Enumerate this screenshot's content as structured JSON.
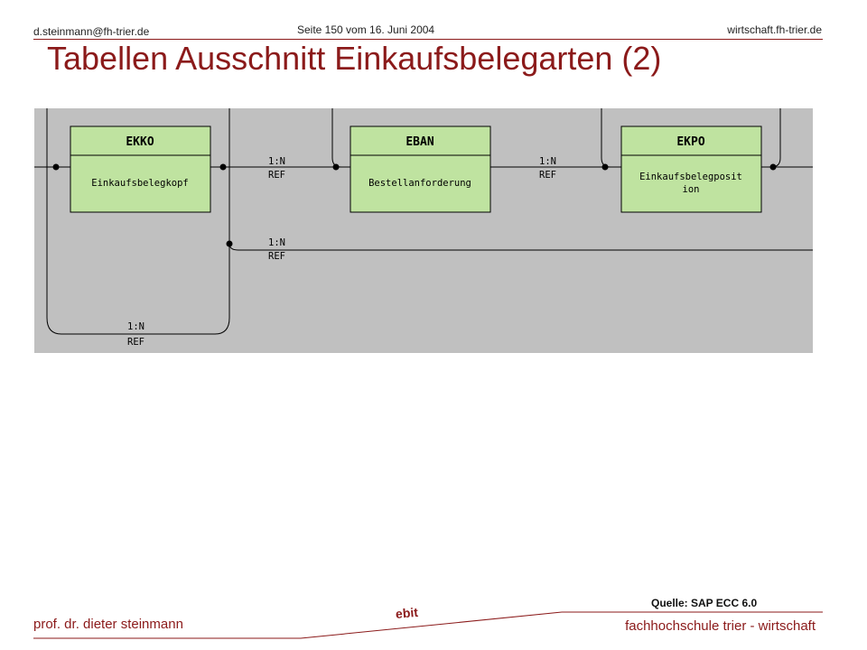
{
  "header": {
    "email": "d.steinmann@fh-trier.de",
    "page_info": "Seite 150 vom 16. Juni 2004",
    "website": "wirtschaft.fh-trier.de"
  },
  "title": "Tabellen  Ausschnitt Einkaufsbelegarten (2)",
  "diagram": {
    "tables": [
      {
        "name": "EKKO",
        "description_lines": [
          "Einkaufsbelegkopf"
        ]
      },
      {
        "name": "EBAN",
        "description_lines": [
          "Bestellanforderung"
        ]
      },
      {
        "name": "EKPO",
        "description_lines": [
          "Einkaufsbelegposit",
          "ion"
        ]
      }
    ],
    "relations": [
      {
        "cardinality": "1:N",
        "type": "REF"
      },
      {
        "cardinality": "1:N",
        "type": "REF"
      },
      {
        "cardinality": "1:N",
        "type": "REF"
      },
      {
        "cardinality": "1:N",
        "type": "REF"
      }
    ],
    "colors": {
      "background": "#c0c0c0",
      "table_fill": "#bfe3a0",
      "line": "#000000"
    }
  },
  "source": "Quelle: SAP ECC 6.0",
  "footer": {
    "author": "prof. dr. dieter steinmann",
    "logo": "ebit",
    "institution": "fachhochschule trier - wirtschaft"
  }
}
